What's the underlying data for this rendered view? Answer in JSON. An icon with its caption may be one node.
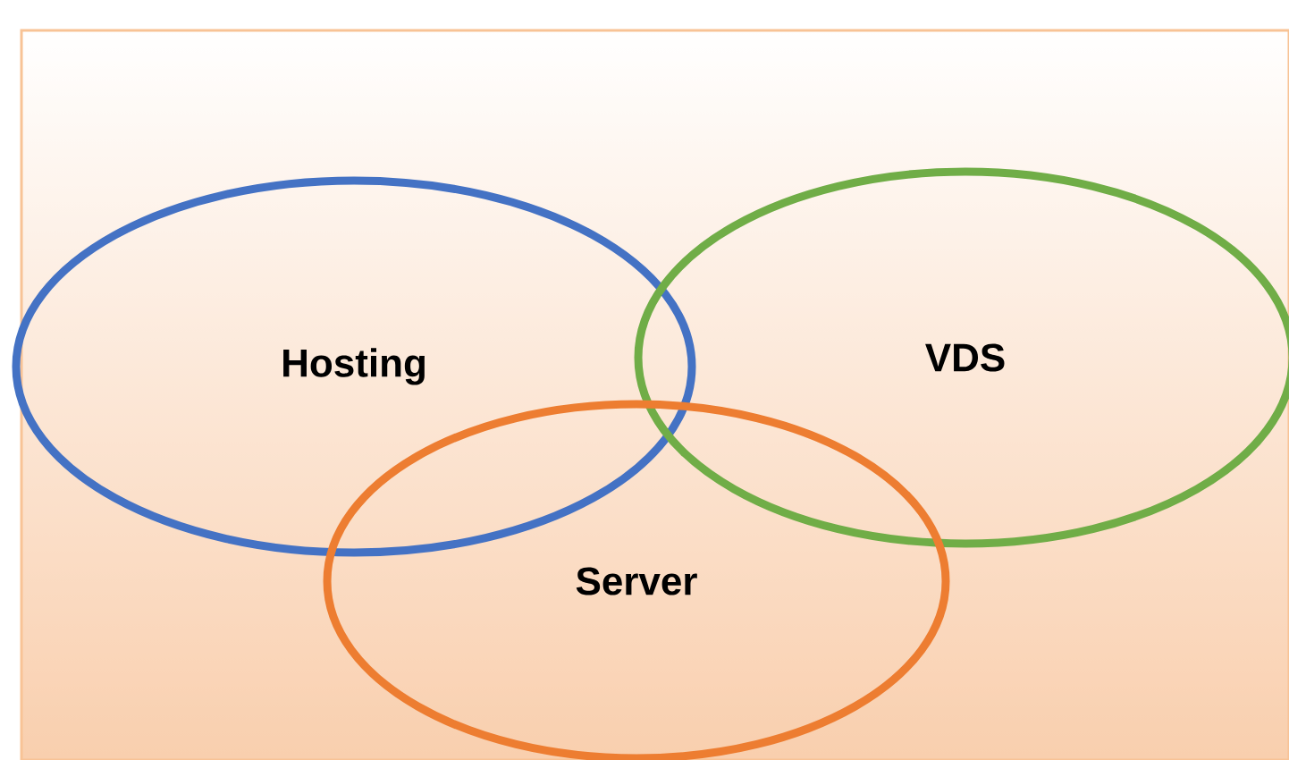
{
  "diagram": {
    "nodes": [
      {
        "text": [
          "Hosting"
        ]
      },
      {
        "text": [
          "VDS"
        ]
      },
      {
        "text": [
          "Server"
        ]
      }
    ]
  }
}
